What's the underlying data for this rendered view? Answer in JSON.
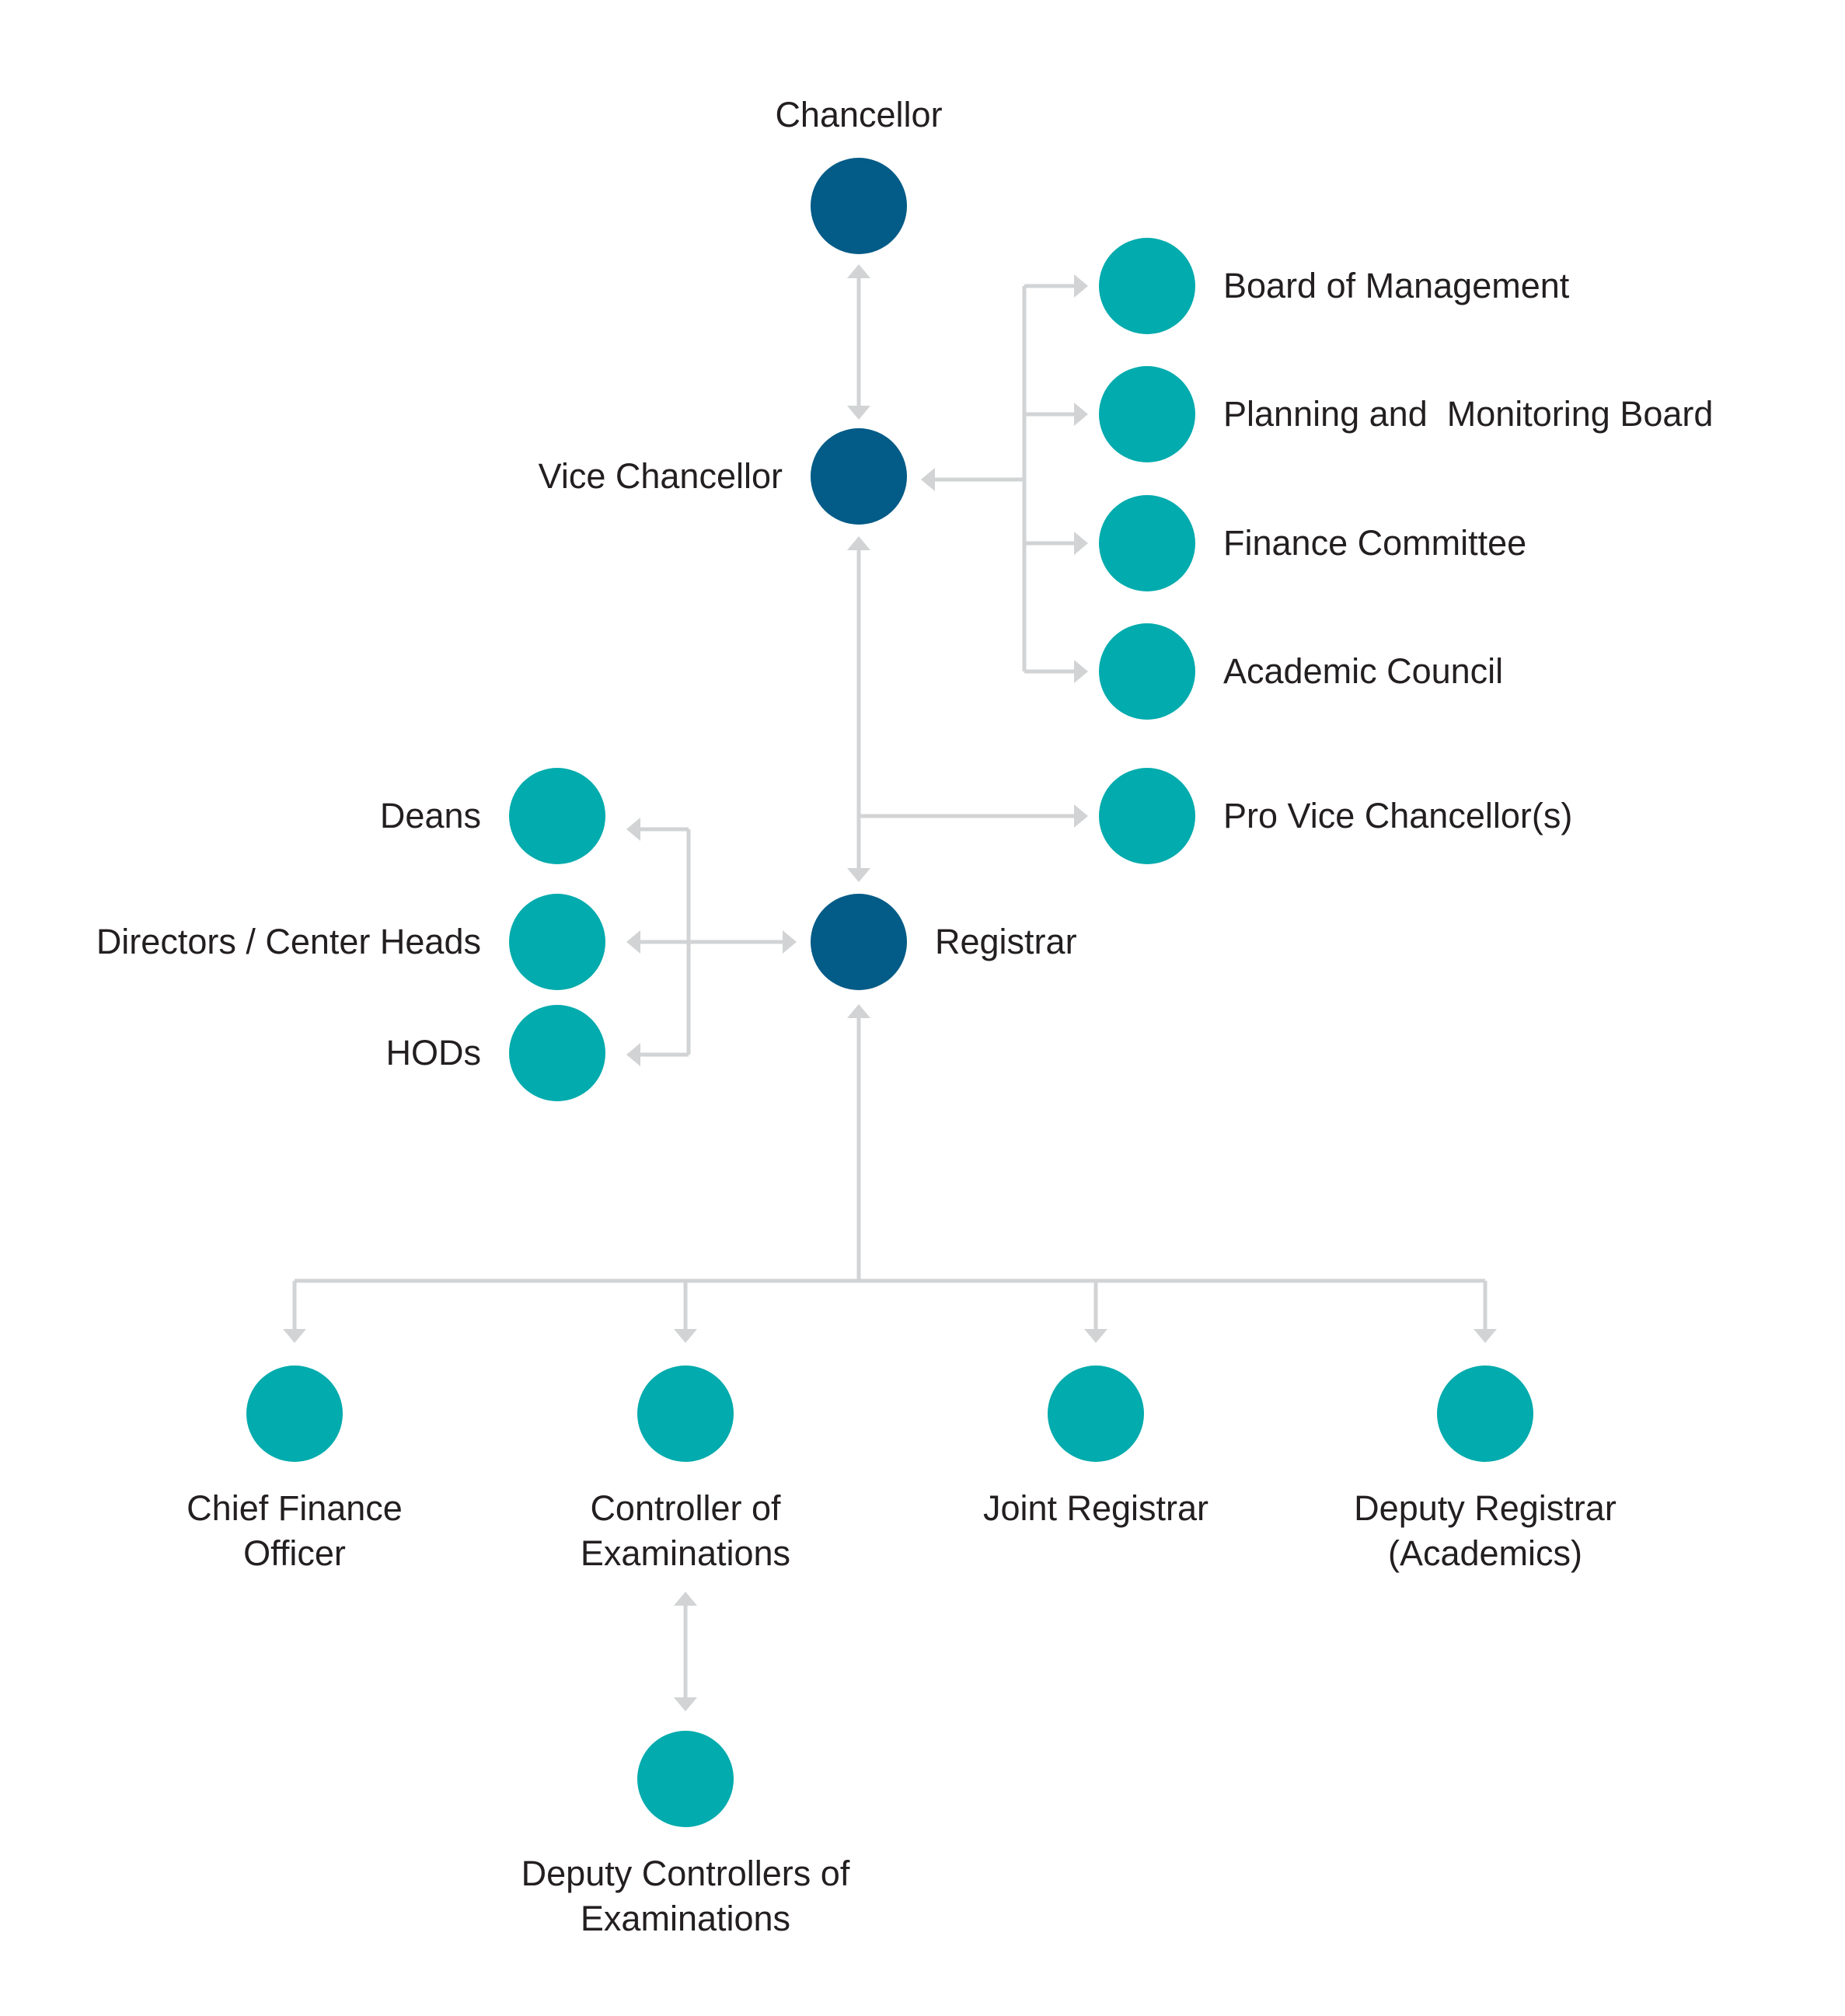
{
  "colors": {
    "primary_node": "#035b87",
    "secondary_node": "#02abad",
    "connector": "#d1d3d4",
    "text": "#231f20"
  },
  "nodes": [
    {
      "id": "chancellor",
      "label": [
        "Chancellor"
      ],
      "kind": "primary"
    },
    {
      "id": "vice-chancellor",
      "label": [
        "Vice Chancellor"
      ],
      "kind": "primary"
    },
    {
      "id": "registrar",
      "label": [
        "Registrar"
      ],
      "kind": "primary"
    },
    {
      "id": "board-of-management",
      "label": [
        "Board of Management"
      ],
      "kind": "secondary"
    },
    {
      "id": "planning-monitoring-board",
      "label": [
        "Planning and  Monitoring Board"
      ],
      "kind": "secondary"
    },
    {
      "id": "finance-committee",
      "label": [
        "Finance Committee"
      ],
      "kind": "secondary"
    },
    {
      "id": "academic-council",
      "label": [
        "Academic Council"
      ],
      "kind": "secondary"
    },
    {
      "id": "pro-vice-chancellor",
      "label": [
        "Pro Vice Chancellor(s)"
      ],
      "kind": "secondary"
    },
    {
      "id": "deans",
      "label": [
        "Deans"
      ],
      "kind": "secondary"
    },
    {
      "id": "directors-center-heads",
      "label": [
        "Directors / Center Heads"
      ],
      "kind": "secondary"
    },
    {
      "id": "hods",
      "label": [
        "HODs"
      ],
      "kind": "secondary"
    },
    {
      "id": "chief-finance-officer",
      "label": [
        "Chief Finance",
        "Officer"
      ],
      "kind": "secondary"
    },
    {
      "id": "controller-of-examinations",
      "label": [
        "Controller of",
        "Examinations"
      ],
      "kind": "secondary"
    },
    {
      "id": "joint-registrar",
      "label": [
        "Joint Registrar"
      ],
      "kind": "secondary"
    },
    {
      "id": "deputy-registrar-academics",
      "label": [
        "Deputy Registrar",
        "(Academics)"
      ],
      "kind": "secondary"
    },
    {
      "id": "deputy-controllers-of-examinations",
      "label": [
        "Deputy Controllers of",
        "Examinations"
      ],
      "kind": "secondary"
    }
  ],
  "edges": [
    {
      "from": "chancellor",
      "to": "vice-chancellor",
      "direction": "both"
    },
    {
      "from": "vice-chancellor",
      "to": "board-of-management",
      "direction": "both"
    },
    {
      "from": "vice-chancellor",
      "to": "planning-monitoring-board",
      "direction": "both"
    },
    {
      "from": "vice-chancellor",
      "to": "finance-committee",
      "direction": "both"
    },
    {
      "from": "vice-chancellor",
      "to": "academic-council",
      "direction": "both"
    },
    {
      "from": "vice-chancellor",
      "to": "registrar",
      "direction": "both"
    },
    {
      "from": "vice-chancellor",
      "to": "pro-vice-chancellor",
      "direction": "forward"
    },
    {
      "from": "registrar",
      "to": "deans",
      "direction": "both"
    },
    {
      "from": "registrar",
      "to": "directors-center-heads",
      "direction": "both"
    },
    {
      "from": "registrar",
      "to": "hods",
      "direction": "both"
    },
    {
      "from": "registrar",
      "to": "chief-finance-officer",
      "direction": "both"
    },
    {
      "from": "registrar",
      "to": "controller-of-examinations",
      "direction": "both"
    },
    {
      "from": "registrar",
      "to": "joint-registrar",
      "direction": "both"
    },
    {
      "from": "registrar",
      "to": "deputy-registrar-academics",
      "direction": "both"
    },
    {
      "from": "controller-of-examinations",
      "to": "deputy-controllers-of-examinations",
      "direction": "both"
    }
  ]
}
